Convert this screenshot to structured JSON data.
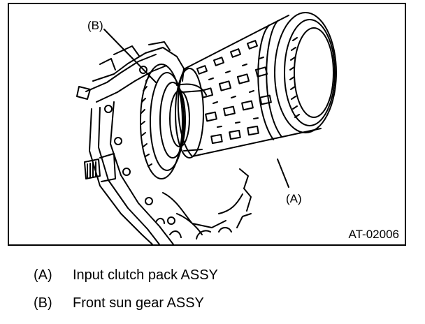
{
  "figure": {
    "code": "AT-02006",
    "callouts": [
      {
        "key": "(B)",
        "target": "front-sun-gear"
      },
      {
        "key": "(A)",
        "target": "input-clutch-pack"
      }
    ]
  },
  "legend": [
    {
      "key": "(A)",
      "text": "Input clutch pack ASSY"
    },
    {
      "key": "(B)",
      "text": "Front sun gear ASSY"
    }
  ],
  "colors": {
    "line": "#000000",
    "paper": "#ffffff"
  }
}
